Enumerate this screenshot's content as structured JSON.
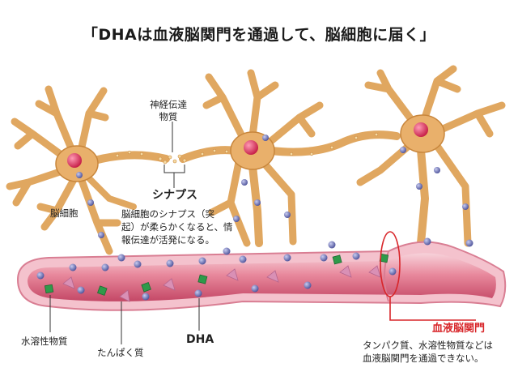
{
  "title": "「DHAは血液脳関門を通過して、脳細胞に届く」",
  "labels": {
    "neurotransmitter": [
      "神経伝達",
      "物質"
    ],
    "brain_cell": "脳細胞",
    "synapse": "シナプス",
    "synapse_desc": [
      "脳細胞のシナプス（突",
      "起）が柔らかくなると、情",
      "報伝達が活発になる。"
    ],
    "water_soluble": "水溶性物質",
    "protein": "たんぱく質",
    "dha": "DHA",
    "bbb": "血液脳関門",
    "bbb_desc": [
      "タンパク質、水溶性物質などは",
      "血液脳関門を通過できない。"
    ]
  },
  "colors": {
    "neuron": "#e9b06b",
    "neuron_edge": "#c8863c",
    "nucleus": "#d8204a",
    "vessel_wall": "#f3c1cc",
    "vessel_inner": "#c9506a",
    "dha_dot": "#6b6fb3",
    "water_soluble": "#2f9a4a",
    "protein": "#d990b5",
    "accent_red": "#d8262a"
  }
}
